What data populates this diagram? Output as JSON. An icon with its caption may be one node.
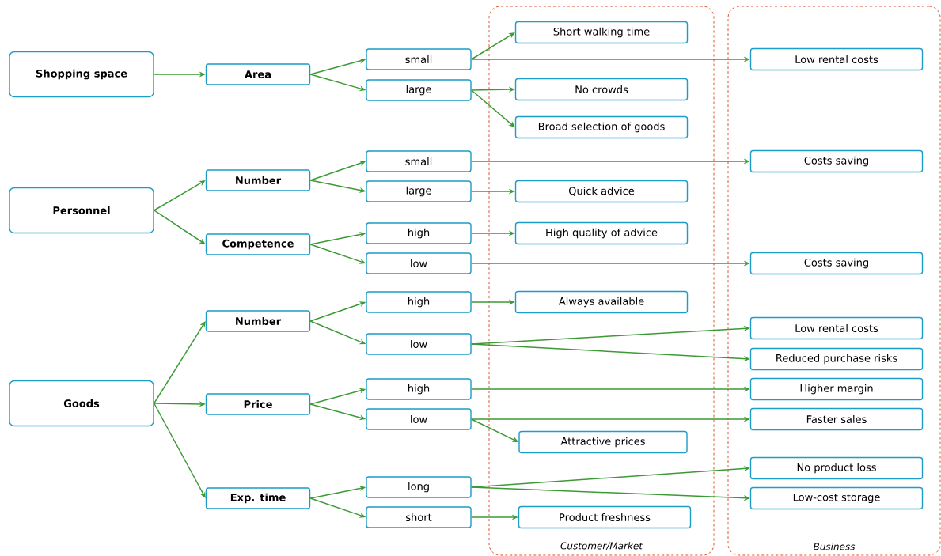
{
  "diagram": {
    "nodes": [
      {
        "text": [
          "Shopping space"
        ]
      },
      {
        "text": [
          "Personnel"
        ]
      },
      {
        "text": [
          "Goods"
        ]
      },
      {
        "text": [
          "Area"
        ]
      },
      {
        "text": [
          "Number"
        ]
      },
      {
        "text": [
          "Competence"
        ]
      },
      {
        "text": [
          "Number"
        ]
      },
      {
        "text": [
          "Price"
        ]
      },
      {
        "text": [
          "Exp. time"
        ]
      },
      {
        "text": [
          "small"
        ]
      },
      {
        "text": [
          "large"
        ]
      },
      {
        "text": [
          "small"
        ]
      },
      {
        "text": [
          "large"
        ]
      },
      {
        "text": [
          "high"
        ]
      },
      {
        "text": [
          "low"
        ]
      },
      {
        "text": [
          "high"
        ]
      },
      {
        "text": [
          "low"
        ]
      },
      {
        "text": [
          "high"
        ]
      },
      {
        "text": [
          "low"
        ]
      },
      {
        "text": [
          "long"
        ]
      },
      {
        "text": [
          "short"
        ]
      },
      {
        "text": [
          "Customer/Market"
        ]
      },
      {
        "text": [
          "Short walking time"
        ],
        "in": 21
      },
      {
        "text": [
          "No crowds"
        ],
        "in": 21
      },
      {
        "text": [
          "Broad selection of goods"
        ],
        "in": 21
      },
      {
        "text": [
          "Quick advice"
        ],
        "in": 21
      },
      {
        "text": [
          "High quality of advice"
        ],
        "in": 21
      },
      {
        "text": [
          "Always available"
        ],
        "in": 21
      },
      {
        "text": [
          "Attractive prices"
        ],
        "in": 21
      },
      {
        "text": [
          "Product freshness"
        ],
        "in": 21
      },
      {
        "text": [
          "Business"
        ]
      },
      {
        "text": [
          "Low rental costs"
        ],
        "in": 30
      },
      {
        "text": [
          "Costs saving"
        ],
        "in": 30
      },
      {
        "text": [
          "Costs saving"
        ],
        "in": 30
      },
      {
        "text": [
          "Low rental costs"
        ],
        "in": 30
      },
      {
        "text": [
          "Reduced purchase risks"
        ],
        "in": 30
      },
      {
        "text": [
          "Higher margin"
        ],
        "in": 30
      },
      {
        "text": [
          "Faster sales"
        ],
        "in": 30
      },
      {
        "text": [
          "No product loss"
        ],
        "in": 30
      },
      {
        "text": [
          "Low-cost storage"
        ],
        "in": 30
      }
    ],
    "edges": [
      {
        "from": 0,
        "to": 3,
        "arrow": "to"
      },
      {
        "from": 1,
        "to": 4,
        "arrow": "to"
      },
      {
        "from": 1,
        "to": 5,
        "arrow": "to"
      },
      {
        "from": 2,
        "to": 6,
        "arrow": "to"
      },
      {
        "from": 2,
        "to": 7,
        "arrow": "to"
      },
      {
        "from": 2,
        "to": 8,
        "arrow": "to"
      },
      {
        "from": 3,
        "to": 9,
        "arrow": "to"
      },
      {
        "from": 3,
        "to": 10,
        "arrow": "to"
      },
      {
        "from": 4,
        "to": 11,
        "arrow": "to"
      },
      {
        "from": 4,
        "to": 12,
        "arrow": "to"
      },
      {
        "from": 5,
        "to": 13,
        "arrow": "to"
      },
      {
        "from": 5,
        "to": 14,
        "arrow": "to"
      },
      {
        "from": 6,
        "to": 15,
        "arrow": "to"
      },
      {
        "from": 6,
        "to": 16,
        "arrow": "to"
      },
      {
        "from": 7,
        "to": 17,
        "arrow": "to"
      },
      {
        "from": 7,
        "to": 18,
        "arrow": "to"
      },
      {
        "from": 8,
        "to": 19,
        "arrow": "to"
      },
      {
        "from": 8,
        "to": 20,
        "arrow": "to"
      },
      {
        "from": 9,
        "to": 22,
        "arrow": "to"
      },
      {
        "from": 9,
        "to": 31,
        "arrow": "to"
      },
      {
        "from": 10,
        "to": 23,
        "arrow": "to"
      },
      {
        "from": 10,
        "to": 24,
        "arrow": "to"
      },
      {
        "from": 11,
        "to": 32,
        "arrow": "to"
      },
      {
        "from": 12,
        "to": 25,
        "arrow": "to"
      },
      {
        "from": 13,
        "to": 26,
        "arrow": "to"
      },
      {
        "from": 14,
        "to": 33,
        "arrow": "to"
      },
      {
        "from": 15,
        "to": 27,
        "arrow": "to"
      },
      {
        "from": 16,
        "to": 34,
        "arrow": "to"
      },
      {
        "from": 16,
        "to": 35,
        "arrow": "to"
      },
      {
        "from": 17,
        "to": 36,
        "arrow": "to"
      },
      {
        "from": 18,
        "to": 37,
        "arrow": "to"
      },
      {
        "from": 18,
        "to": 28,
        "arrow": "to"
      },
      {
        "from": 19,
        "to": 38,
        "arrow": "to"
      },
      {
        "from": 19,
        "to": 39,
        "arrow": "to"
      },
      {
        "from": 20,
        "to": 29,
        "arrow": "to"
      }
    ]
  }
}
